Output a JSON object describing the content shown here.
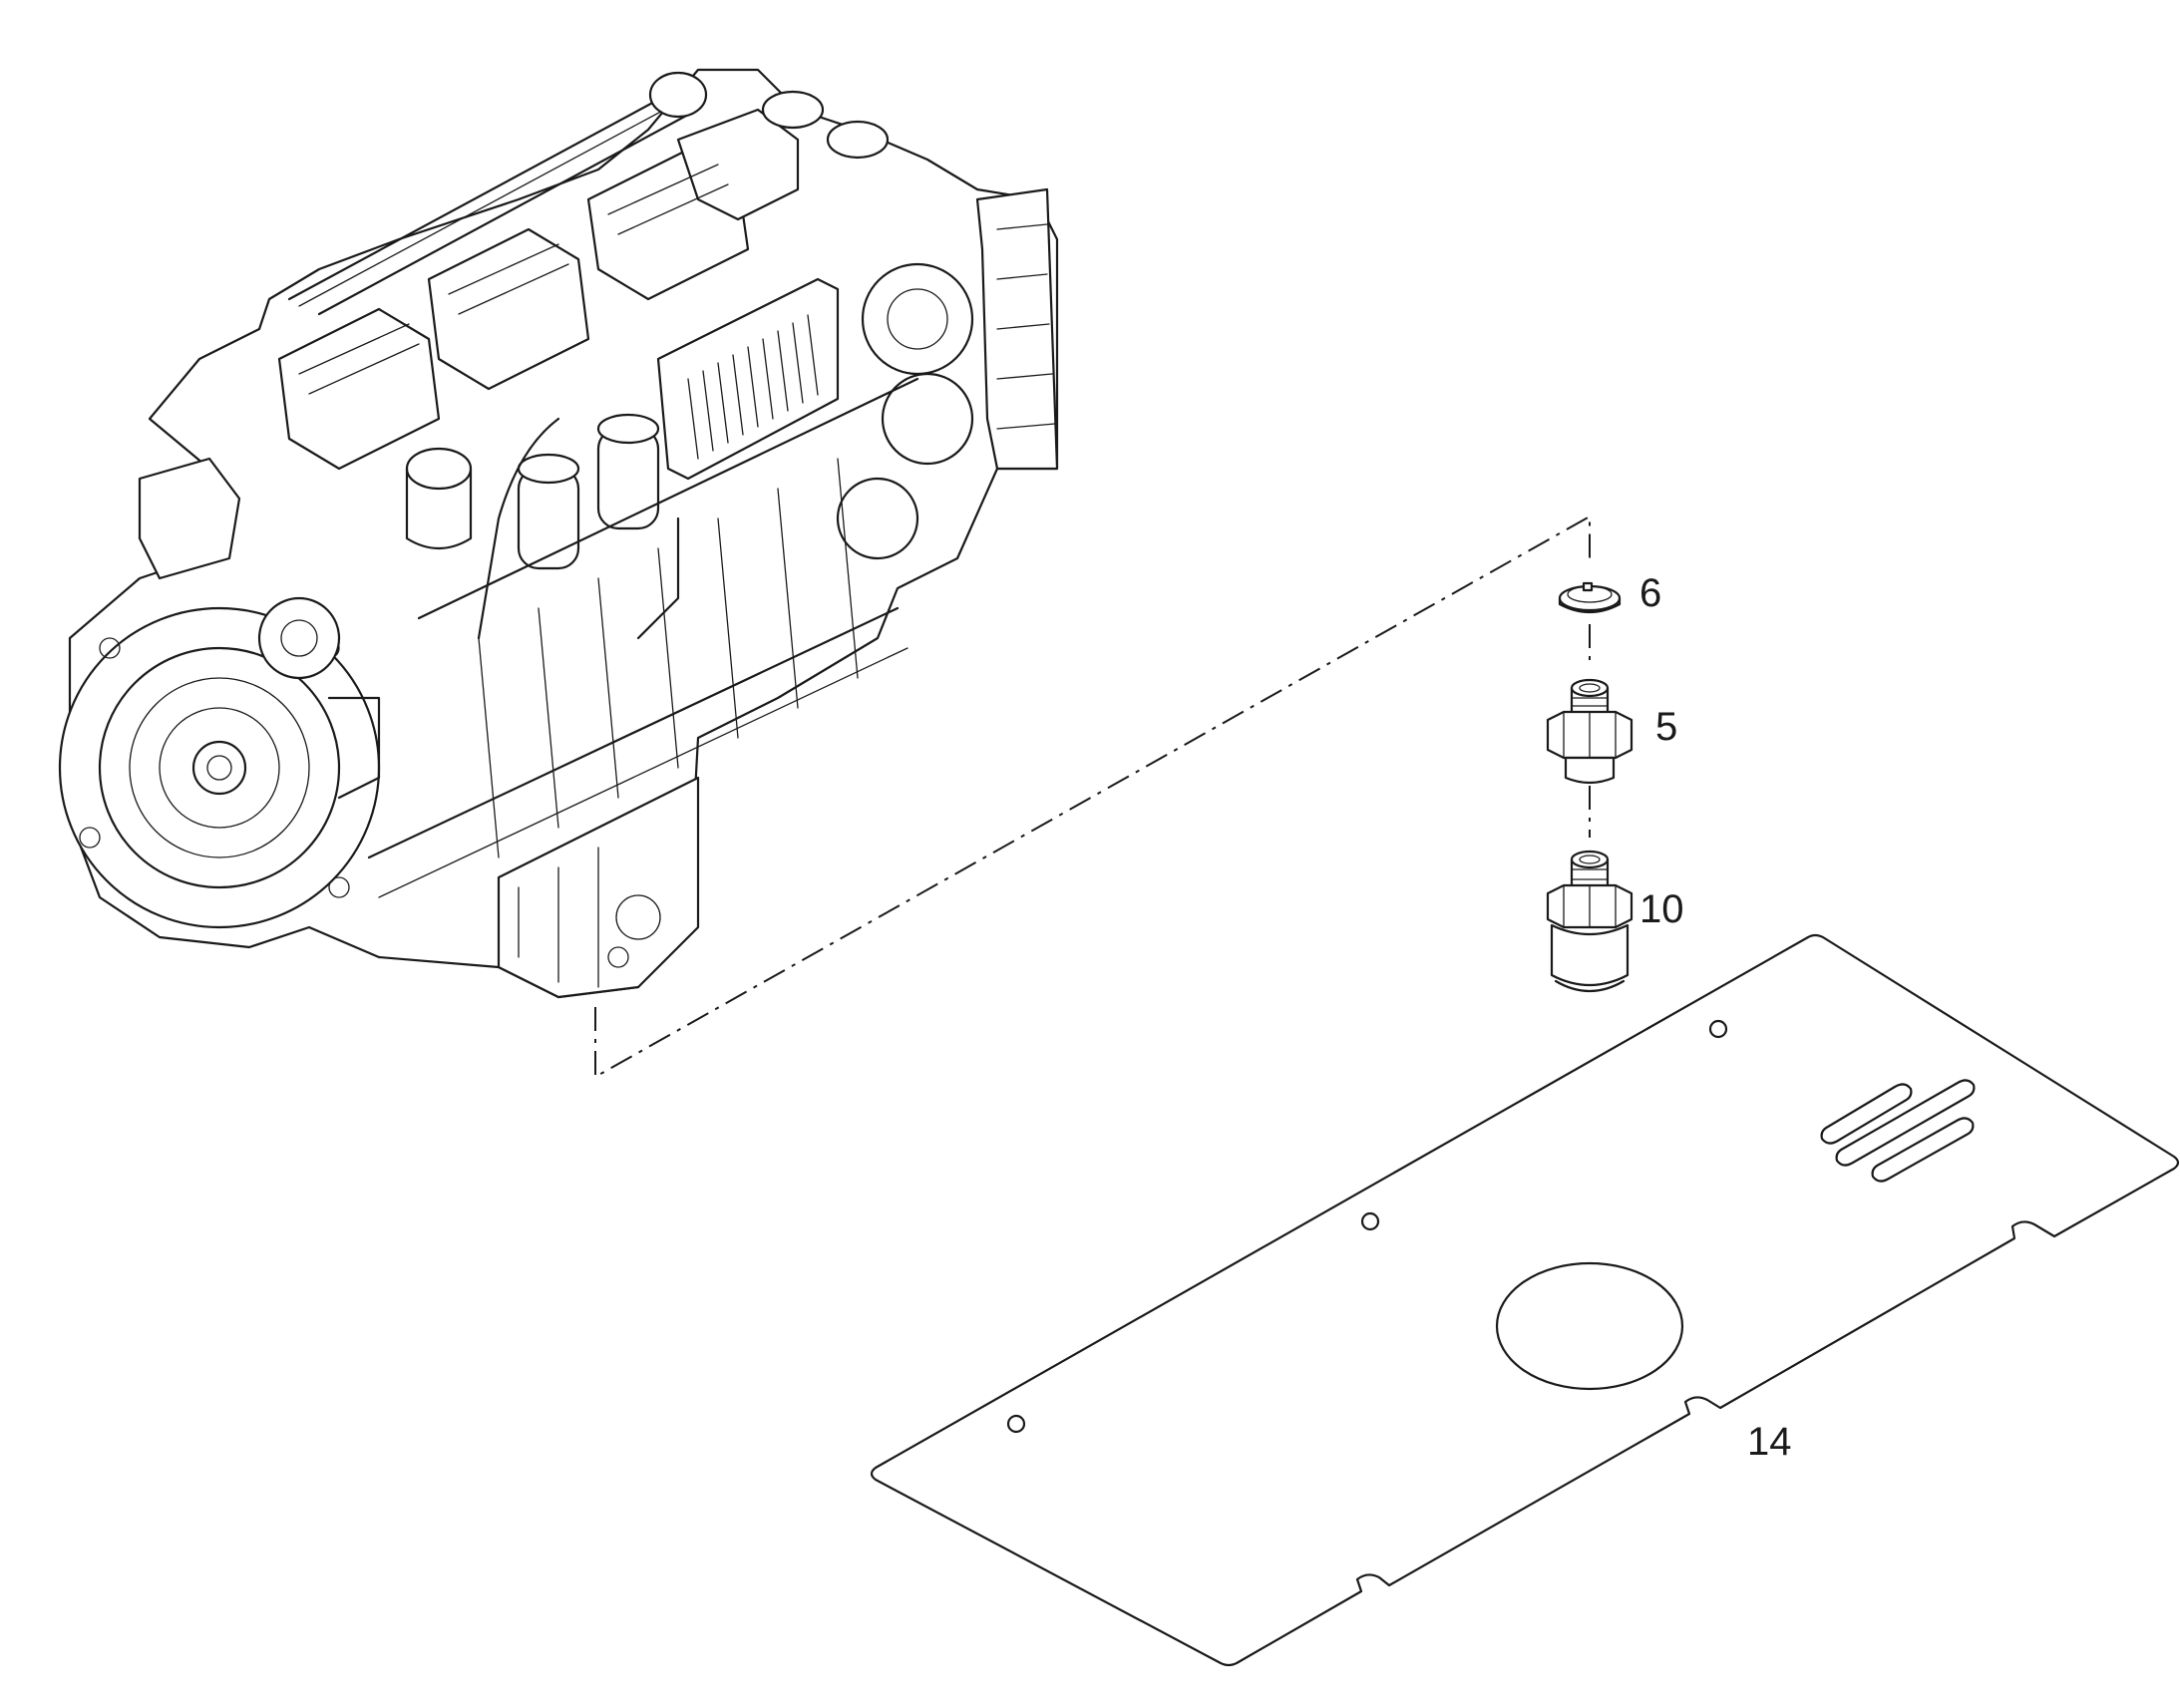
{
  "callouts": {
    "item_6": "6",
    "item_5": "5",
    "item_10": "10",
    "item_14": "14"
  },
  "colors": {
    "line": "#1a1a1a",
    "background": "#ffffff"
  }
}
